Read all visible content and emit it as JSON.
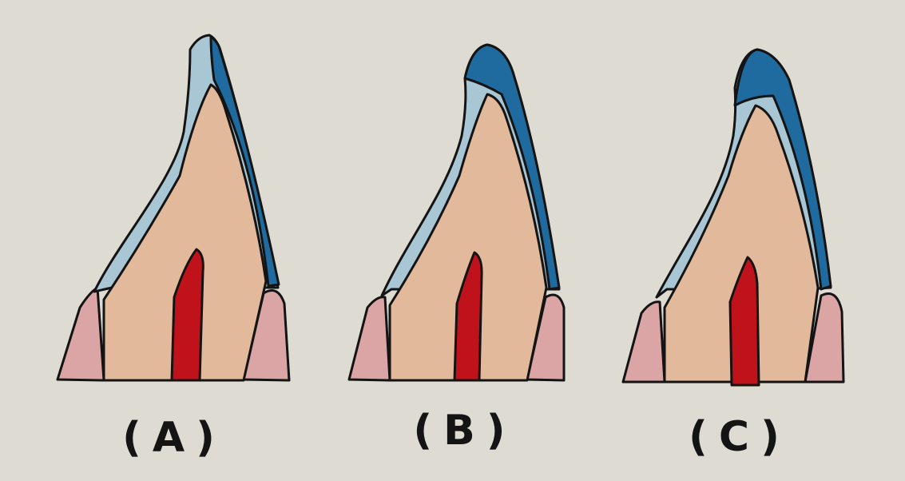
{
  "figure": {
    "panels": [
      {
        "id": "A",
        "label": "(A)"
      },
      {
        "id": "B",
        "label": "(B)"
      },
      {
        "id": "C",
        "label": "(C)"
      }
    ]
  },
  "colors": {
    "paper": "#dedbd3",
    "outline": "#141414",
    "dentin": "#e2b99a",
    "enamel_light": "#a9c6d4",
    "enamel_dark": "#1f6a9e",
    "pulp": "#c0121a",
    "gingiva": "#dba5a6"
  }
}
